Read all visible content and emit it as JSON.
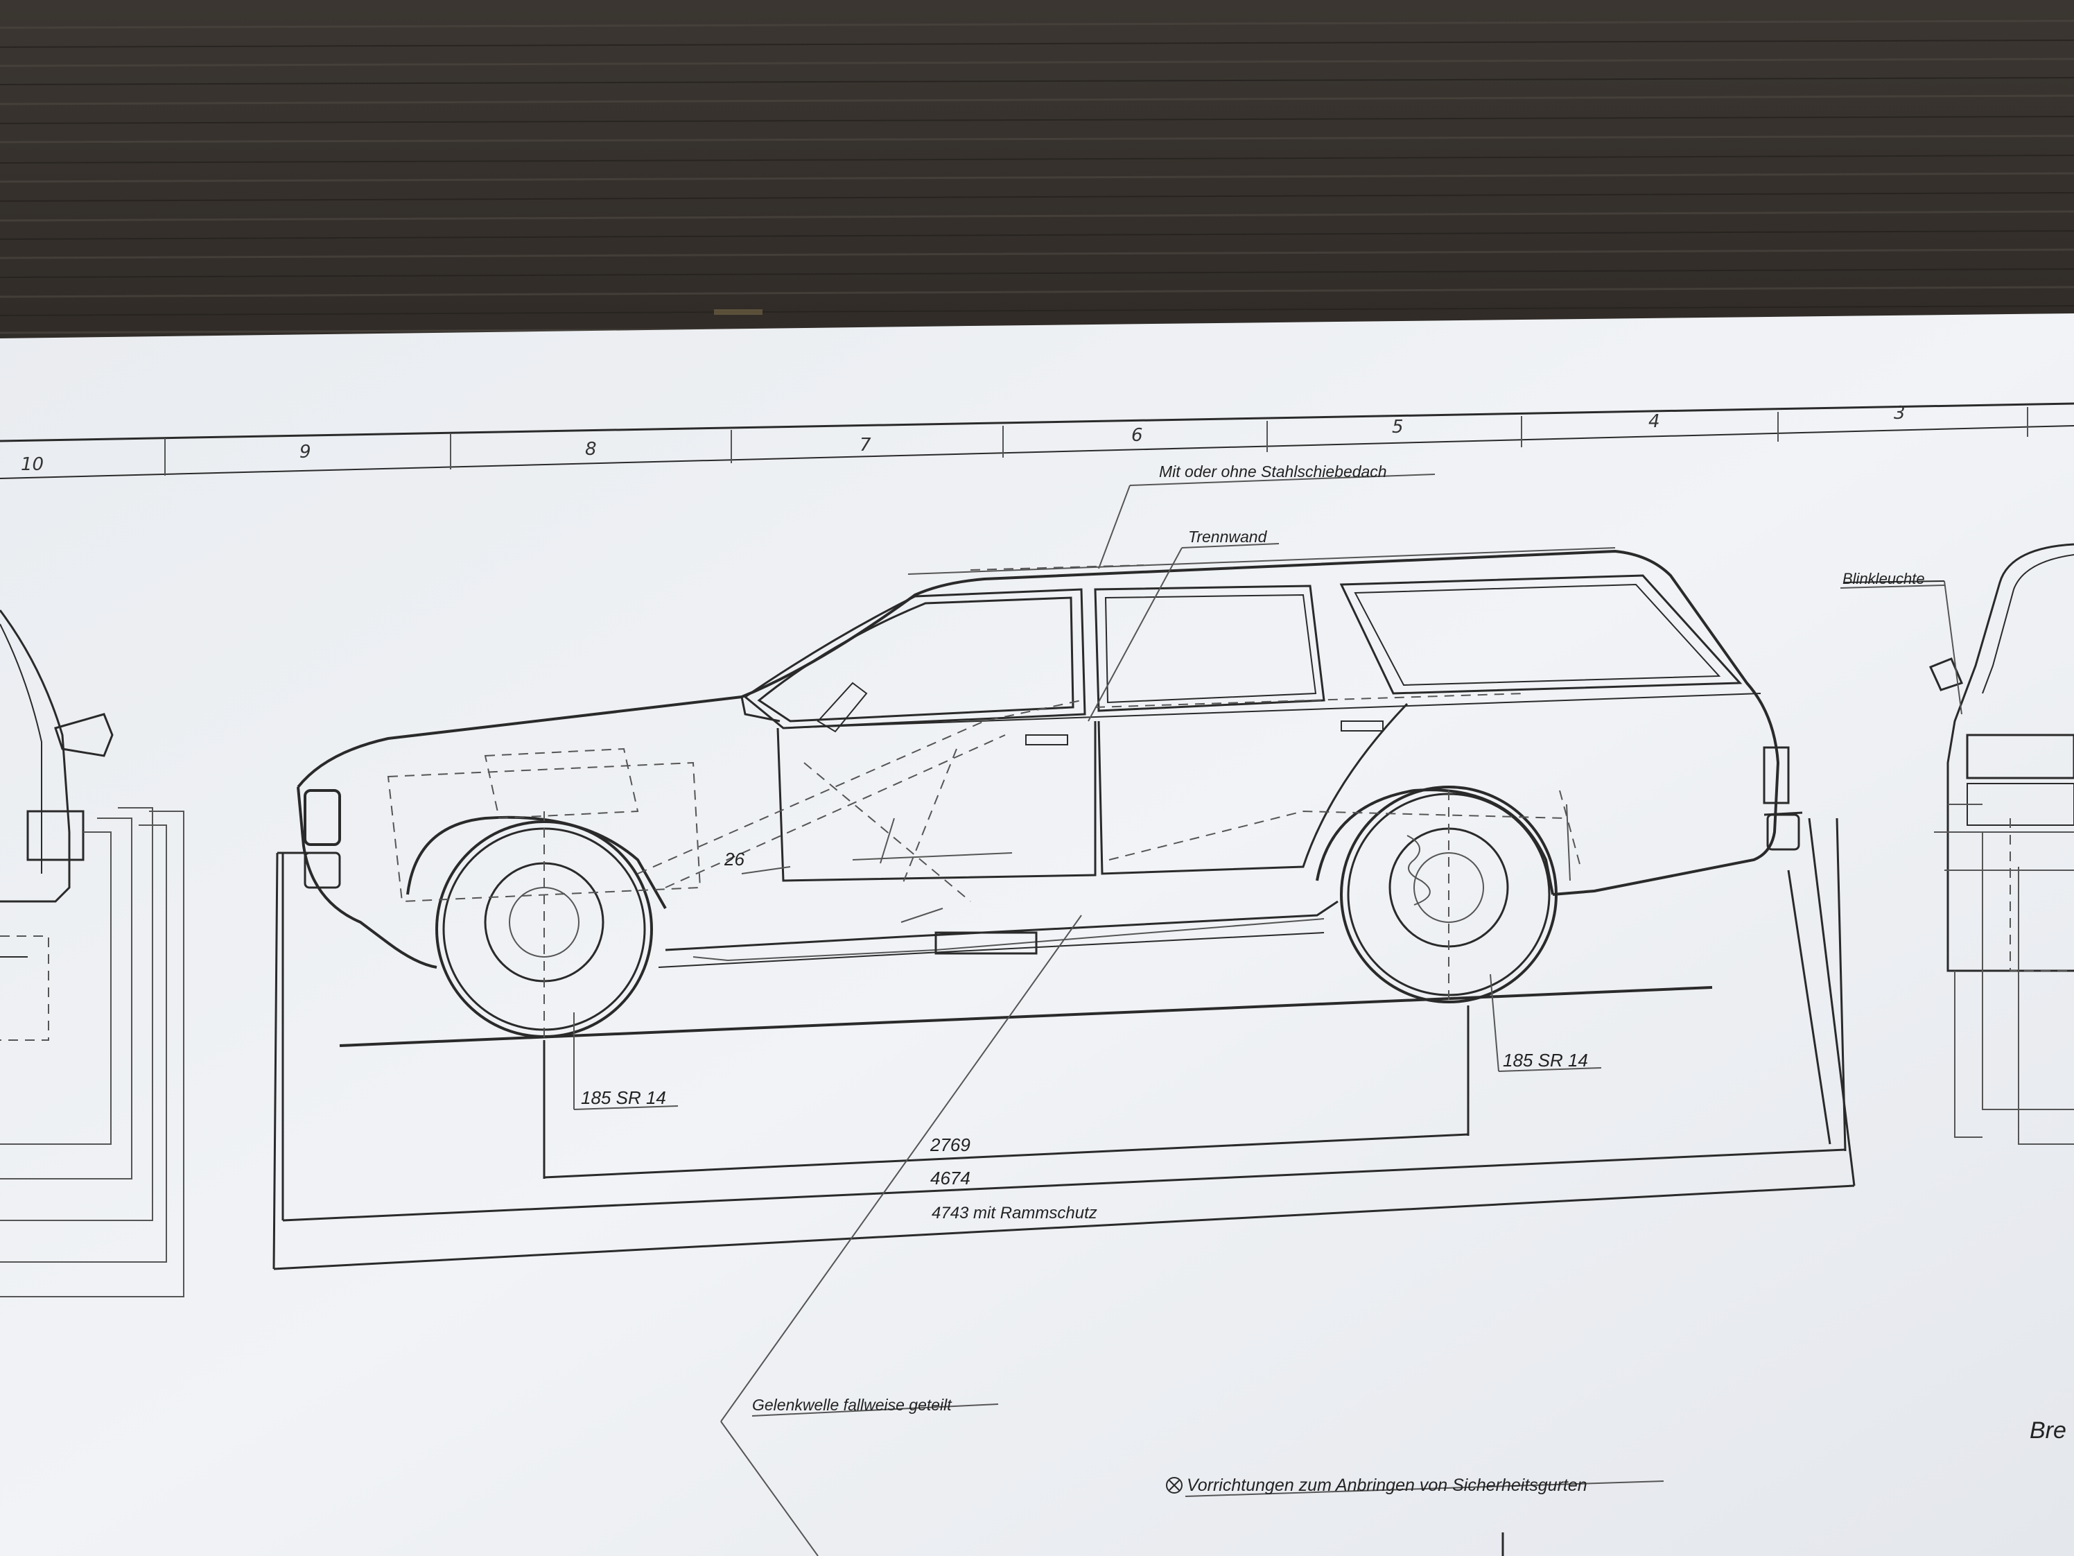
{
  "zone_numbers": [
    "10",
    "9",
    "8",
    "7",
    "6",
    "5",
    "4",
    "3"
  ],
  "labels": {
    "sunroof": "Mit oder ohne Stahlschiebedach",
    "partition": "Trennwand",
    "indicator": "Blinkleuchte",
    "tire_front": "185 SR 14",
    "tire_rear": "185 SR 14",
    "annotation_26": "26",
    "driveshaft": "Gelenkwelle fallweise geteilt",
    "seatbelts": "Vorrichtungen zum Anbringen von Sicherheitsgurten",
    "right_edge_fragment": "Bre"
  },
  "dimensions": {
    "wheelbase": "2769",
    "length": "4674",
    "length_bumper": "4743 mit Rammschutz"
  }
}
